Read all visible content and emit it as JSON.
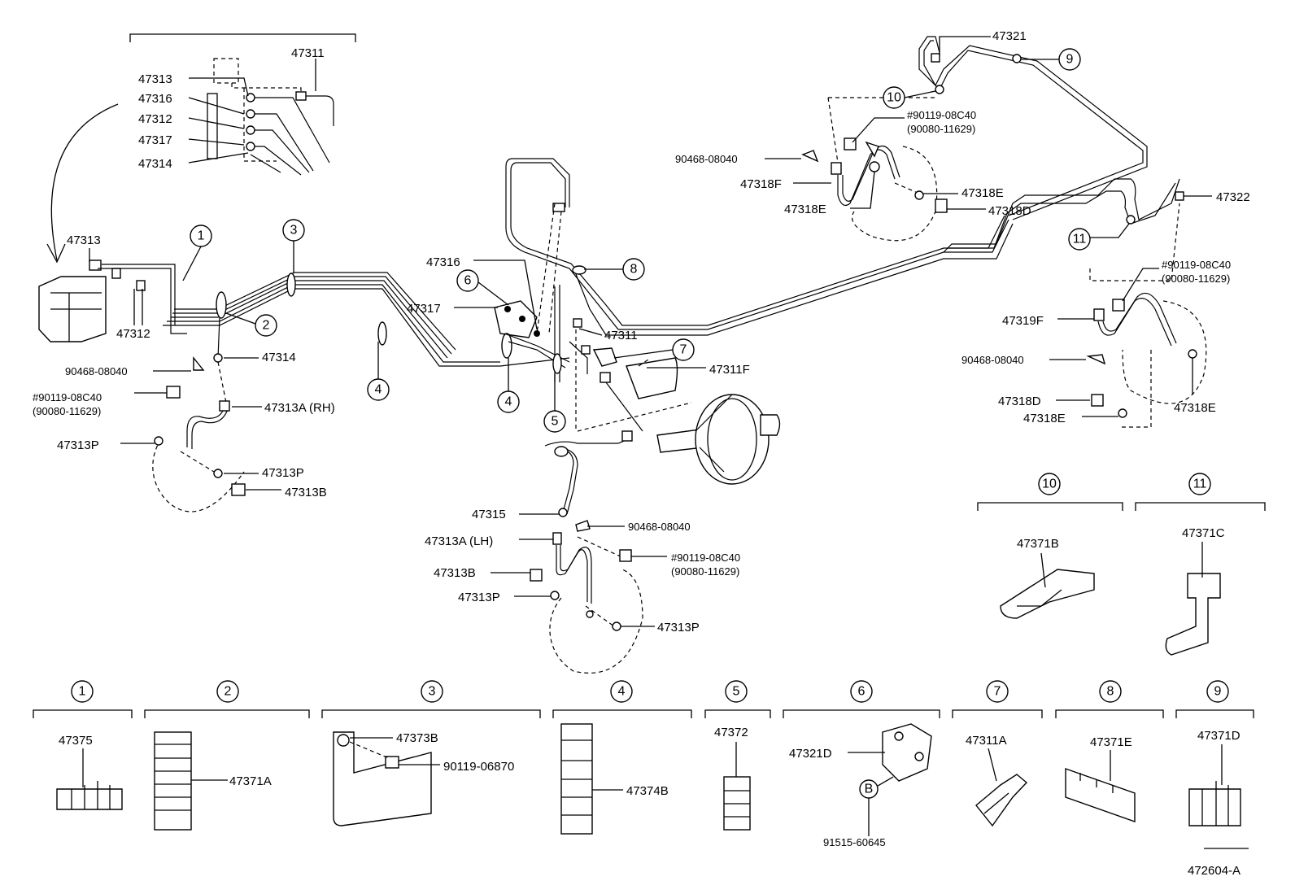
{
  "labels": {
    "l_47311_top": "47311",
    "l_47313_a": "47313",
    "l_47316_a": "47316",
    "l_47312_a": "47312",
    "l_47317_a": "47317",
    "l_47314_a": "47314",
    "l_47313_b": "47313",
    "l_47312_b": "47312",
    "l_47314_b": "47314",
    "l_90468_a": "90468-08040",
    "l_90119_a": "#90119-08C40",
    "l_90080_a": "(90080-11629)",
    "l_47313A_rh": "47313A (RH)",
    "l_47313P_a": "47313P",
    "l_47313P_b": "47313P",
    "l_47313B_a": "47313B",
    "l_47316_b": "47316",
    "l_47317_b": "47317",
    "l_47311_b": "47311",
    "l_47311F": "47311F",
    "l_47315": "47315",
    "l_90468_b": "90468-08040",
    "l_47313A_lh": "47313A (LH)",
    "l_90119_b": "#90119-08C40",
    "l_90080_b": "(90080-11629)",
    "l_47313B_b": "47313B",
    "l_47313P_c": "47313P",
    "l_47313P_d": "47313P",
    "l_47321": "47321",
    "l_90119_c": "#90119-08C40",
    "l_90080_c": "(90080-11629)",
    "l_90468_c": "90468-08040",
    "l_47318F": "47318F",
    "l_47318E_a": "47318E",
    "l_47318E_b": "47318E",
    "l_47318D_a": "47318D",
    "l_47322": "47322",
    "l_90119_d": "#90119-08C40",
    "l_90080_d": "(90080-11629)",
    "l_47319F": "47319F",
    "l_90468_d": "90468-08040",
    "l_47318D_b": "47318D",
    "l_47318E_c": "47318E",
    "l_47318E_d": "47318E",
    "l_47371B": "47371B",
    "l_47371C": "47371C",
    "l_47375": "47375",
    "l_47371A": "47371A",
    "l_47373B": "47373B",
    "l_90119_068": "90119-06870",
    "l_47374B": "47374B",
    "l_47372": "47372",
    "l_47321D": "47321D",
    "l_91515": "91515-60645",
    "l_B": "B",
    "l_47311A": "47311A",
    "l_47371E": "47371E",
    "l_47371D": "47371D",
    "l_ref": "472604-A"
  },
  "callouts": {
    "c1": "1",
    "c2": "2",
    "c3": "3",
    "c4a": "4",
    "c4b": "4",
    "c5": "5",
    "c6": "6",
    "c7": "7",
    "c8": "8",
    "c9": "9",
    "c10": "10",
    "c11": "11"
  },
  "groups": {
    "g1": "1",
    "g2": "2",
    "g3": "3",
    "g4": "4",
    "g5": "5",
    "g6": "6",
    "g7": "7",
    "g8": "8",
    "g9": "9",
    "g10": "10",
    "g11": "11"
  }
}
